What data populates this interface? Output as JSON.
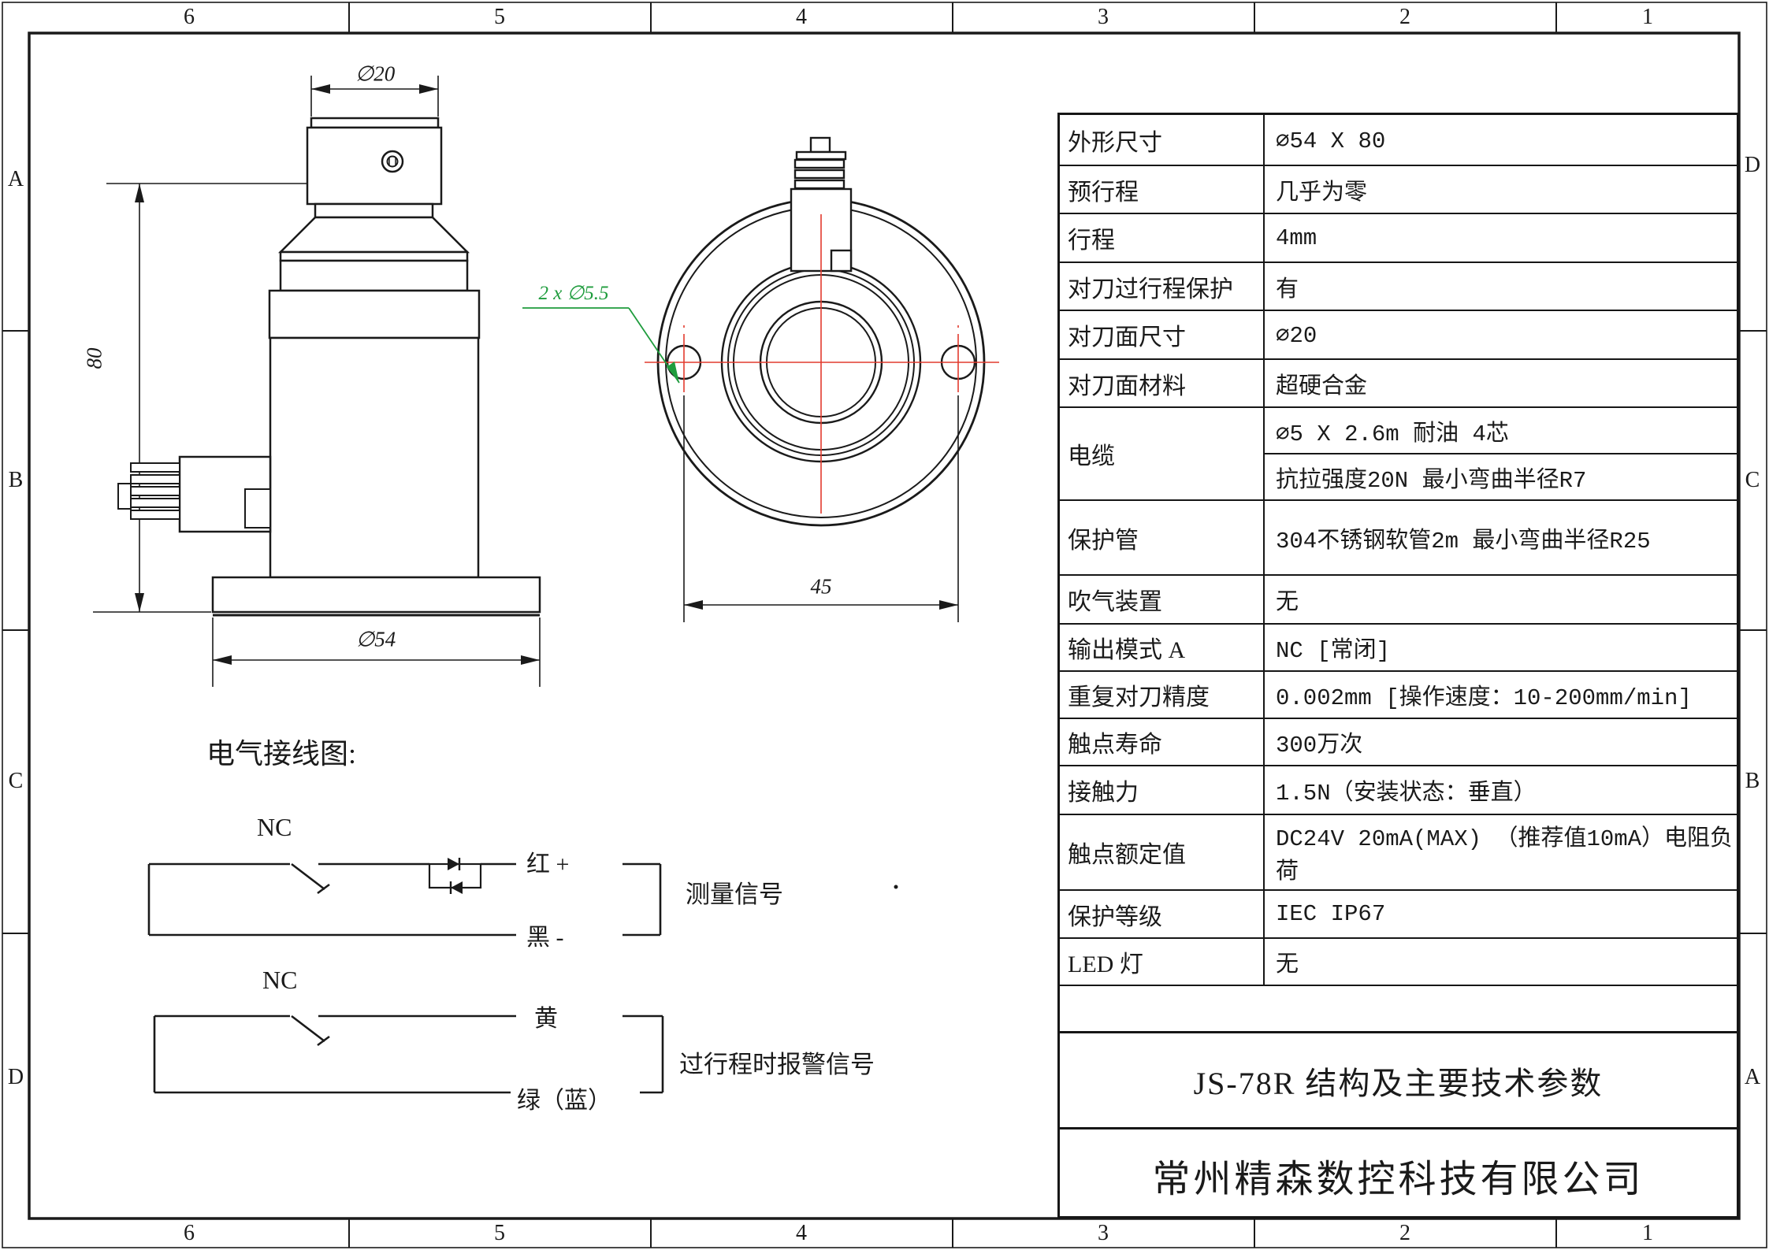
{
  "zones": {
    "top": [
      "6",
      "5",
      "4",
      "3",
      "2",
      "1"
    ],
    "bottom": [
      "6",
      "5",
      "4",
      "3",
      "2",
      "1"
    ],
    "left": [
      "A",
      "B",
      "C",
      "D"
    ],
    "right": [
      "D",
      "C",
      "B",
      "A"
    ]
  },
  "dims": {
    "top_diameter": "∅20",
    "body_height": "80",
    "flange_diameter": "∅54",
    "hole_callout": "2 x ∅5.5",
    "hole_spacing": "45"
  },
  "wiring": {
    "heading": "电气接线图:",
    "nc1": "NC",
    "nc2": "NC",
    "red_plus": "红 +",
    "black_minus": "黑 -",
    "yellow": "黄",
    "green_blue": "绿（蓝）",
    "measure_signal": "测量信号",
    "alarm_signal": "过行程时报警信号"
  },
  "table": {
    "rows": [
      {
        "label": "外形尺寸",
        "value": "∅54 X 80"
      },
      {
        "label": "预行程",
        "value": "几乎为零"
      },
      {
        "label": "行程",
        "value": "4mm"
      },
      {
        "label": "对刀过行程保护",
        "value": "有"
      },
      {
        "label": "对刀面尺寸",
        "value": "∅20"
      },
      {
        "label": "对刀面材料",
        "value": "超硬合金"
      },
      {
        "label": "电缆",
        "value": "∅5 X 2.6m 耐油 4芯",
        "value2": "抗拉强度20N 最小弯曲半径R7"
      },
      {
        "label": "保护管",
        "value": "304不锈钢软管2m 最小弯曲半径R25"
      },
      {
        "label": "吹气装置",
        "value": "无"
      },
      {
        "label": "输出模式 A",
        "value": "NC [常闭]"
      },
      {
        "label": "重复对刀精度",
        "value": "0.002mm [操作速度：10-200mm/min]"
      },
      {
        "label": "触点寿命",
        "value": "300万次"
      },
      {
        "label": "接触力",
        "value": "1.5N（安装状态：垂直）"
      },
      {
        "label": "触点额定值",
        "value": "DC24V 20mA(MAX) （推荐值10mA）电阻负荷"
      },
      {
        "label": "保护等级",
        "value": "IEC IP67"
      },
      {
        "label": "LED 灯",
        "value": "无"
      }
    ],
    "title": "JS-78R 结构及主要技术参数",
    "company": "常州精森数控科技有限公司"
  },
  "colors": {
    "line_black": "#1a1a1a",
    "centerline_red": "#e23b2e",
    "callout_green": "#1f9c3d"
  }
}
